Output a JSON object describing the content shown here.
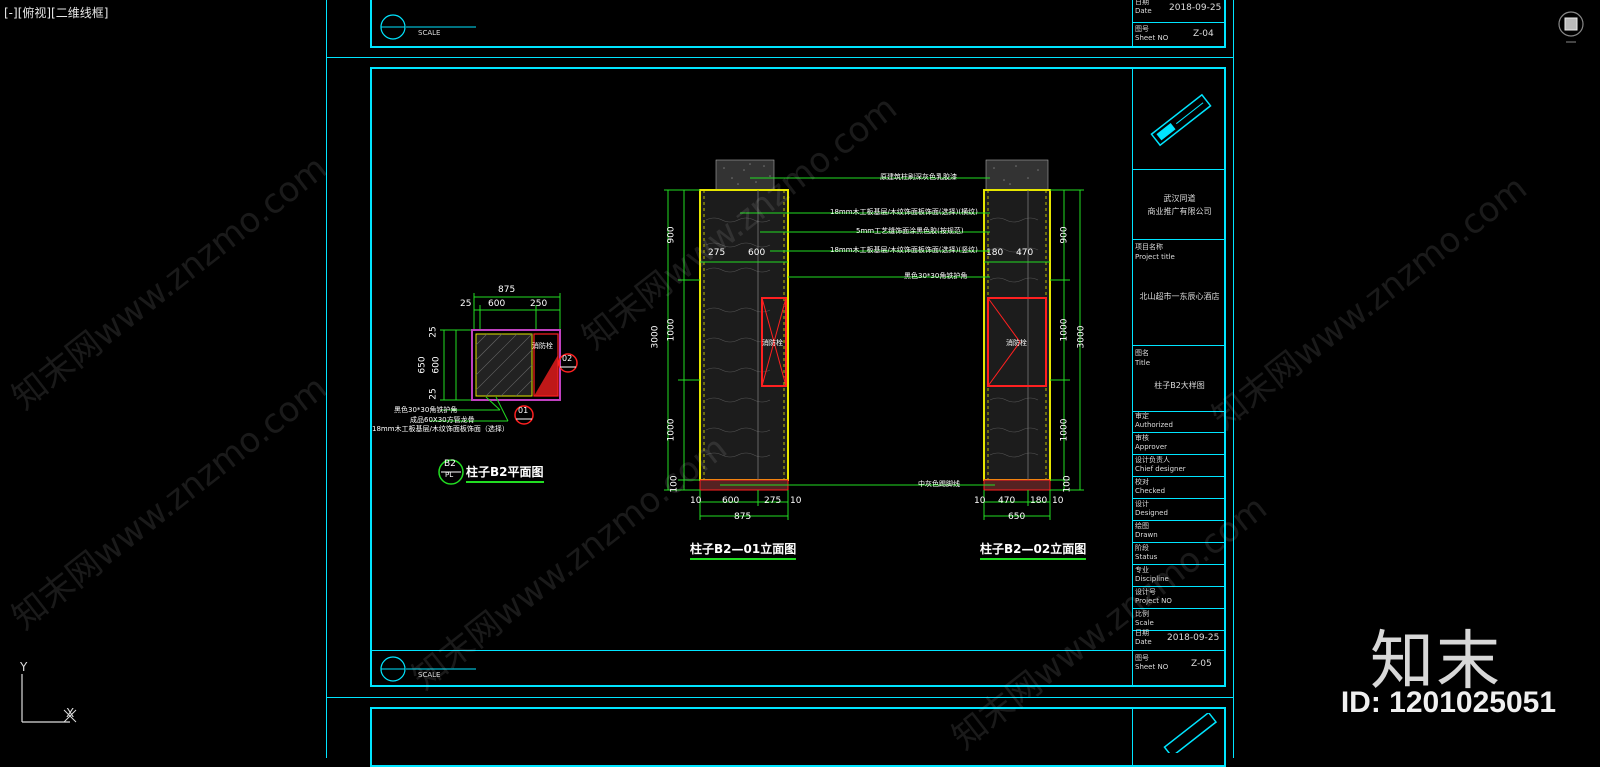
{
  "viewport": {
    "label": "[-][俯视][二维线框]"
  },
  "sheet_top": {
    "date_label_cn": "日期",
    "date_label_en": "Date",
    "date_value": "2018-09-25",
    "sheet_label_cn": "图号",
    "sheet_label_en": "Sheet NO",
    "sheet_value": "Z-04",
    "scale_text": "SCALE"
  },
  "sheet_main": {
    "company_line1": "武汉同道",
    "company_line2": "商业推广有限公司",
    "project_label_cn": "项目名称",
    "project_label_en": "Project title",
    "project_value": "北山超市一东辰心酒店",
    "title_label_cn": "图名",
    "title_label_en": "Title",
    "title_value": "柱子B2大样图",
    "rows": [
      {
        "cn": "审定",
        "en": "Authorized"
      },
      {
        "cn": "审核",
        "en": "Approver"
      },
      {
        "cn": "设计负责人",
        "en": "Chief designer"
      },
      {
        "cn": "校对",
        "en": "Checked"
      },
      {
        "cn": "设计",
        "en": "Designed"
      },
      {
        "cn": "绘图",
        "en": "Drawn"
      },
      {
        "cn": "阶段",
        "en": "Status"
      },
      {
        "cn": "专业",
        "en": "Discipline"
      },
      {
        "cn": "设计号",
        "en": "Project NO"
      },
      {
        "cn": "比例",
        "en": "Scale"
      }
    ],
    "date_label_cn": "日期",
    "date_label_en": "Date",
    "date_value": "2018-09-25",
    "sheet_label_cn": "图号",
    "sheet_label_en": "Sheet NO",
    "sheet_value": "Z-05",
    "scale_text": "SCALE"
  },
  "plan": {
    "caption": "柱子B2平面图",
    "badge_top": "B2",
    "badge_bottom": "PL",
    "dims_top": [
      "875",
      "25",
      "600",
      "250"
    ],
    "dims_left": [
      "650",
      "600",
      "25",
      "25"
    ],
    "marker1": "01",
    "marker2": "02",
    "red_label": "消防栓",
    "notes": [
      "黑色30*30角铁护角",
      "成品60X30方管龙骨",
      "18mm木工板基层/木纹饰面板饰面（选择）"
    ]
  },
  "elev1": {
    "caption": "柱子B2—01立面图",
    "dims_bottom": [
      "10",
      "600",
      "275",
      "10"
    ],
    "total": "875",
    "dims_top": [
      "275",
      "600"
    ],
    "dims_left": [
      "900",
      "1000",
      "1000",
      "100"
    ],
    "total_left": "3000",
    "red_label": "消防栓"
  },
  "elev2": {
    "caption": "柱子B2—02立面图",
    "dims_bottom": [
      "10",
      "470",
      "180",
      "10"
    ],
    "total": "650",
    "dims_top": [
      "180",
      "470"
    ],
    "dims_right": [
      "900",
      "1000",
      "1000",
      "100"
    ],
    "total_right": "3000",
    "red_label": "消防栓"
  },
  "callouts": [
    "原建筑柱刷深灰色乳胶漆",
    "18mm木工板基层/木纹饰面板饰面(选择)(横纹)",
    "5mm工艺缝饰面涂黑色胶(按规范)",
    "18mm木工板基层/木纹饰面板饰面(选择)(竖纹)",
    "黑色30*30角铁护角",
    "中灰色踢脚线"
  ],
  "axis": {
    "y": "Y",
    "x": "X"
  },
  "watermark": {
    "text": "知末网www.znzmo.com",
    "brand": "知末",
    "id": "ID: 1201025051"
  },
  "colors": {
    "frame": "#00e5ff",
    "dim_green": "#22dd22",
    "yellow": "#e6e600",
    "red": "#ff2020",
    "magenta": "#c040c0"
  }
}
